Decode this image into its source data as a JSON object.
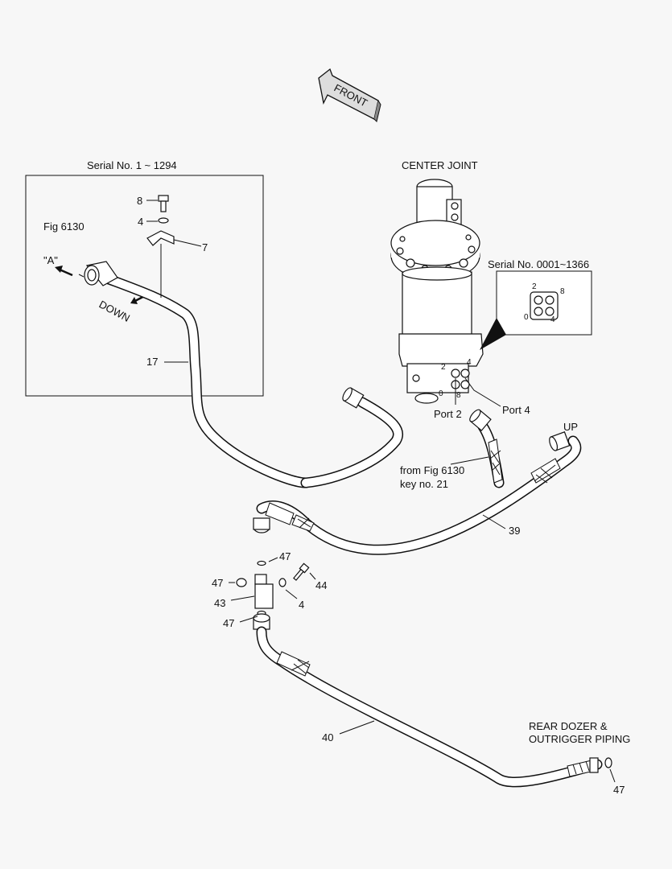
{
  "front_label": "FRONT",
  "inset_box": {
    "title": "Serial No. 1 ~ 1294",
    "fig_ref": "Fig 6130",
    "view_label": "\"A\"",
    "down_label": "DOWN"
  },
  "center_joint": {
    "title": "CENTER JOINT",
    "port_numbers": [
      "2",
      "4",
      "0",
      "8"
    ],
    "port2_label": "Port 2",
    "port4_label": "Port 4"
  },
  "serial_inset": {
    "title": "Serial No. 0001~1366",
    "port_numbers": [
      "2",
      "8",
      "0",
      "4"
    ]
  },
  "up_label": "UP",
  "from_fig_note": [
    "from Fig 6130",
    "key no. 21"
  ],
  "destination_note": [
    "REAR DOZER &",
    "OUTRIGGER PIPING"
  ],
  "callouts": {
    "c8": "8",
    "c4_top": "4",
    "c7": "7",
    "c17": "17",
    "c39": "39",
    "c47_top": "47",
    "c47_left": "47",
    "c44": "44",
    "c43": "43",
    "c4_mid": "4",
    "c47_bottom": "47",
    "c40": "40",
    "c47_end": "47"
  }
}
